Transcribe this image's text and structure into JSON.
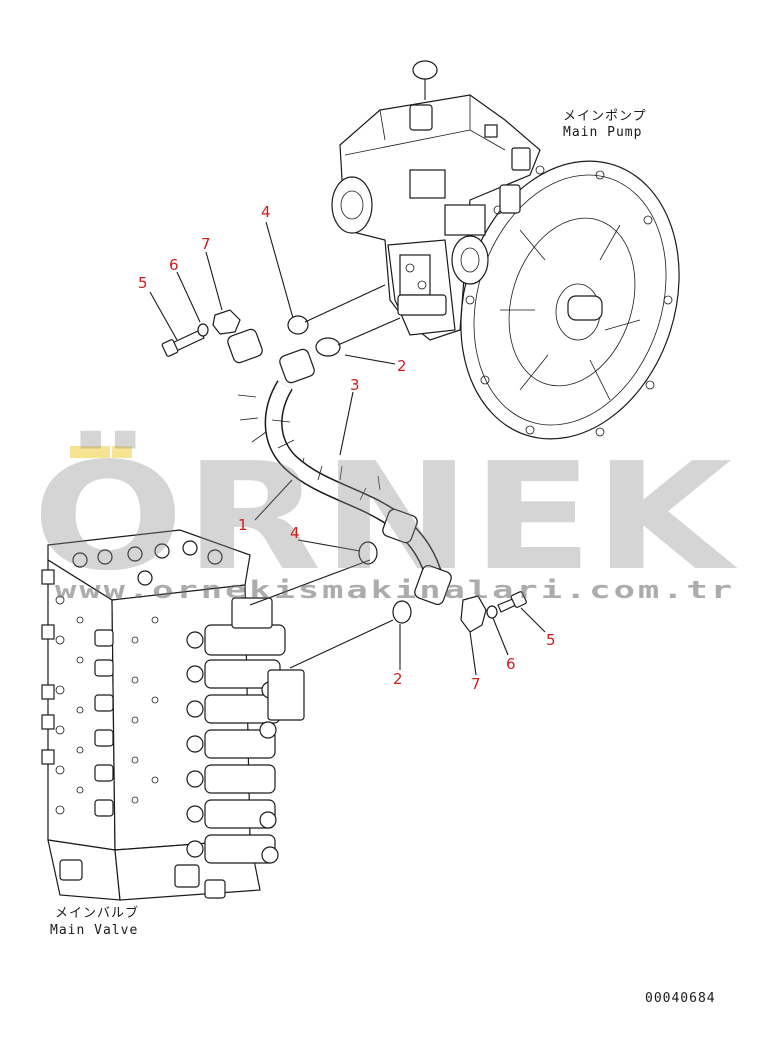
{
  "labels": {
    "main_pump_jp": "メインポンプ",
    "main_pump_en": "Main Pump",
    "main_valve_jp": "メインバルブ",
    "main_valve_en": "Main Valve",
    "drawing_number": "00040684"
  },
  "callouts": {
    "c1": "1",
    "c2_top": "2",
    "c2_bottom": "2",
    "c3": "3",
    "c4_top": "4",
    "c4_bottom": "4",
    "c5_left": "5",
    "c5_right": "5",
    "c6_left": "6",
    "c6_right": "6",
    "c7_left": "7",
    "c7_right": "7"
  },
  "watermark": {
    "brand": "ÖRNEK",
    "url": "www.ornekismakinalari.com.tr"
  },
  "colors": {
    "callout": "#d21c1c",
    "line": "#1a1a1a",
    "watermark": "#8a8a8a",
    "watermark_accent": "#f2d24a"
  }
}
